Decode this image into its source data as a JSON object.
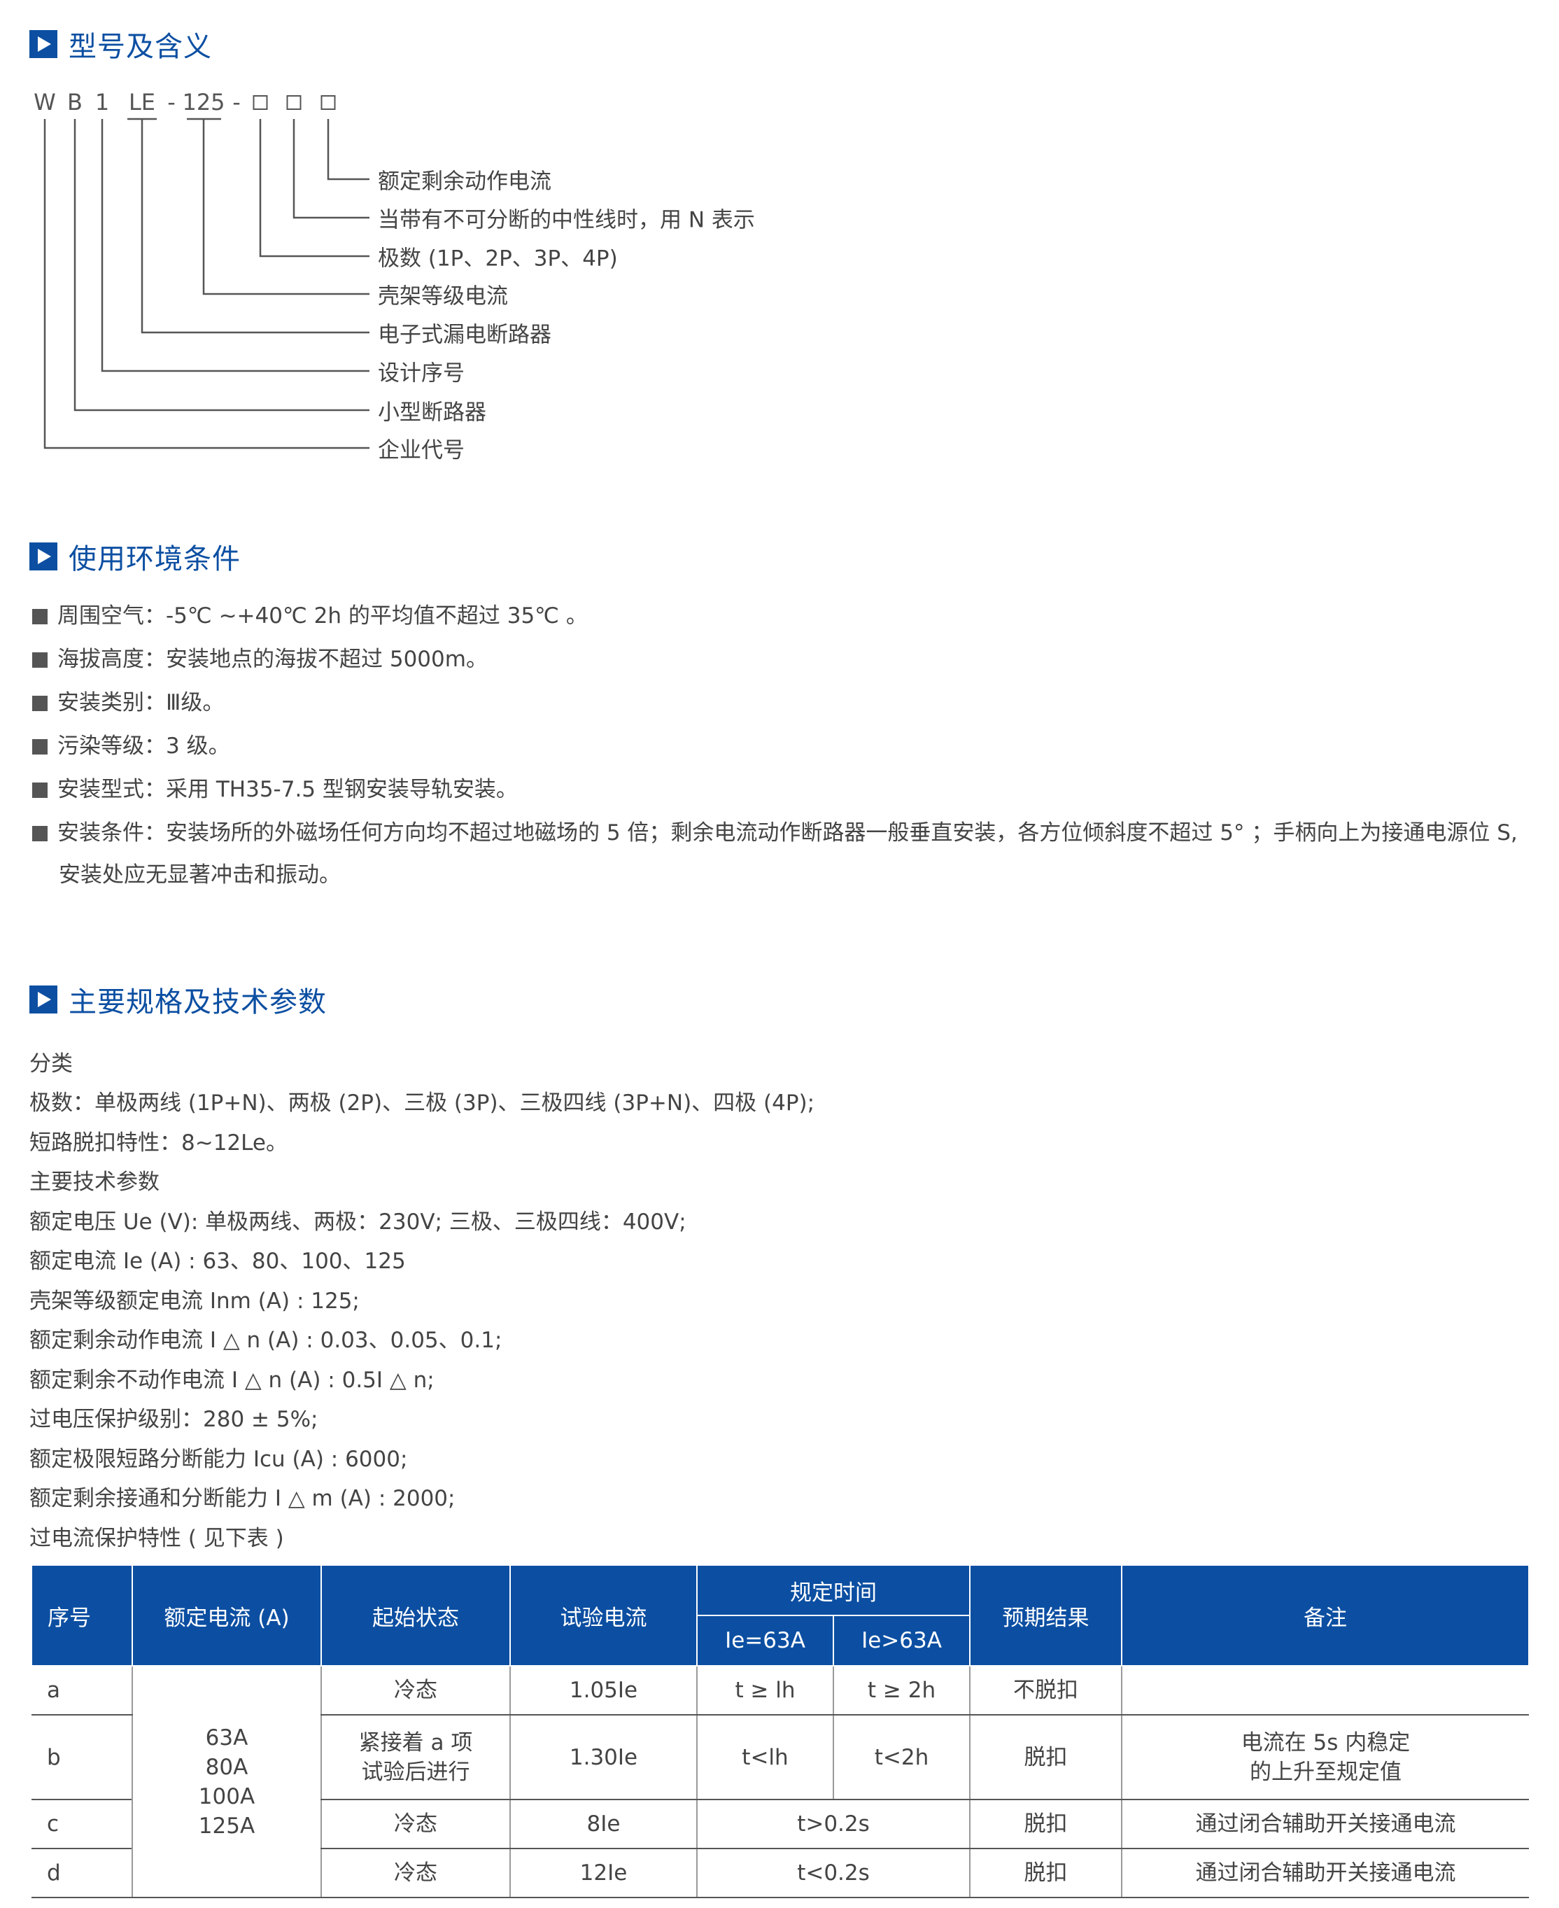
{
  "sections": {
    "model": "型号及含义",
    "env": "使用环境条件",
    "spec": "主要规格及技术参数"
  },
  "model_code": {
    "chars": [
      "W",
      "B",
      "1",
      "LE",
      "-",
      "125",
      "-"
    ],
    "labels": [
      "额定剩余动作电流",
      "当带有不可分断的中性线时，用 N 表示",
      "极数 (1P、2P、3P、4P)",
      "壳架等级电流",
      "电子式漏电断路器",
      "设计序号",
      "小型断路器",
      "企业代号"
    ]
  },
  "environment": {
    "items": [
      "周围空气：-5℃ ~+40℃ 2h 的平均值不超过 35℃ 。",
      "海拔高度：安装地点的海拔不超过 5000m。",
      "安装类别：Ⅲ级。",
      "污染等级：3 级。",
      "安装型式：采用 TH35-7.5 型钢安装导轨安装。",
      "安装条件：安装场所的外磁场任何方向均不超过地磁场的 5 倍；剩余电流动作断路器一般垂直安装，各方位倾斜度不超过 5°  ；手柄向上为接通电源位 S,"
    ],
    "continuation": "安装处应无显著冲击和振动。"
  },
  "specs": [
    "分类",
    "极数：单极两线 (1P+N)、两极 (2P)、三极 (3P)、三极四线 (3P+N)、四极 (4P);",
    "短路脱扣特性：8~12Le。",
    "主要技术参数",
    "额定电压 Ue (V): 单极两线、两极：230V; 三极、三极四线：400V;",
    "额定电流 Ie (A) : 63、80、100、125",
    "壳架等级额定电流 Inm (A) : 125;",
    "额定剩余动作电流 I △ n (A) : 0.03、0.05、0.1;",
    "额定剩余不动作电流 I △ n (A) : 0.5I △ n;",
    "过电压保护级别：280 ± 5%;",
    "额定极限短路分断能力 Icu (A) : 6000;",
    "额定剩余接通和分断能力 I △ m (A) : 2000;",
    "过电流保护特性 ( 见下表 )"
  ],
  "table": {
    "headers": {
      "seq": "序号",
      "rated_current": "额定电流 (A)",
      "start_state": "起始状态",
      "test_current": "试验电流",
      "time": "规定时间",
      "time_le63": "Ie=63A",
      "time_gt63": "Ie>63A",
      "result": "预期结果",
      "remark": "备注"
    },
    "ratings": [
      "63A",
      "80A",
      "100A",
      "125A"
    ],
    "rows": [
      {
        "seq": "a",
        "state": "冷态",
        "current": "1.05Ie",
        "t1": "t ≥ lh",
        "t2": "t ≥ 2h",
        "result": "不脱扣",
        "remark": ""
      },
      {
        "seq": "b",
        "state_1": "紧接着 a 项",
        "state_2": "试验后进行",
        "current": "1.30Ie",
        "t1": "t<lh",
        "t2": "t<2h",
        "result": "脱扣",
        "remark_1": "电流在 5s 内稳定",
        "remark_2": "的上升至规定值"
      },
      {
        "seq": "c",
        "state": "冷态",
        "current": "8Ie",
        "t": "t>0.2s",
        "result": "脱扣",
        "remark": "通过闭合辅助开关接通电流"
      },
      {
        "seq": "d",
        "state": "冷态",
        "current": "12Ie",
        "t": "t<0.2s",
        "result": "脱扣",
        "remark": "通过闭合辅助开关接通电流"
      }
    ]
  },
  "colors": {
    "accent": "#0c4fa2",
    "text": "#444444",
    "header_text": "#ffffff"
  }
}
